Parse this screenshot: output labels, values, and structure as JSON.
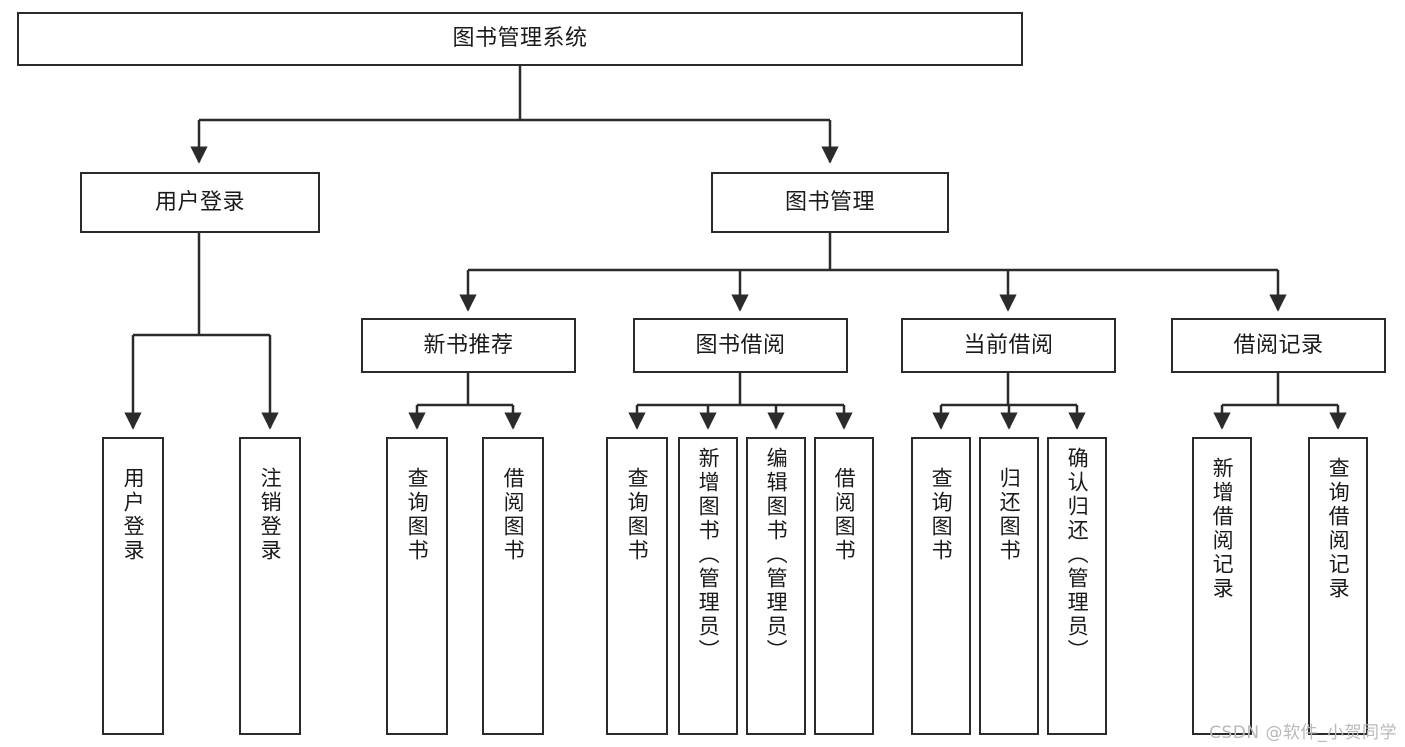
{
  "diagram": {
    "title": "图书管理系统",
    "type": "tree-hierarchy-diagram",
    "colors": {
      "stroke": "#2b2b2b",
      "fill": "#ffffff",
      "text": "#1a1a1a",
      "watermark": "#b9b9b9"
    },
    "nodes": {
      "root": {
        "label": "图书管理系统"
      },
      "level2": [
        {
          "label": "用户登录"
        },
        {
          "label": "图书管理"
        }
      ],
      "level3": [
        {
          "label": "新书推荐"
        },
        {
          "label": "图书借阅"
        },
        {
          "label": "当前借阅"
        },
        {
          "label": "借阅记录"
        }
      ],
      "leaves": {
        "user_login": [
          {
            "label": "用户登录"
          },
          {
            "label": "注销登录"
          }
        ],
        "new_book_recommend": [
          {
            "label": "查询图书"
          },
          {
            "label": "借阅图书"
          }
        ],
        "book_borrow": [
          {
            "label": "查询图书"
          },
          {
            "label": "新增图书（管理员）"
          },
          {
            "label": "编辑图书（管理员）"
          },
          {
            "label": "借阅图书"
          }
        ],
        "current_borrow": [
          {
            "label": "查询图书"
          },
          {
            "label": "归还图书"
          },
          {
            "label": "确认归还（管理员）"
          }
        ],
        "borrow_record": [
          {
            "label": "新增借阅记录"
          },
          {
            "label": "查询借阅记录"
          }
        ]
      }
    }
  },
  "watermark": {
    "text": "CSDN @软件_小贺同学"
  }
}
